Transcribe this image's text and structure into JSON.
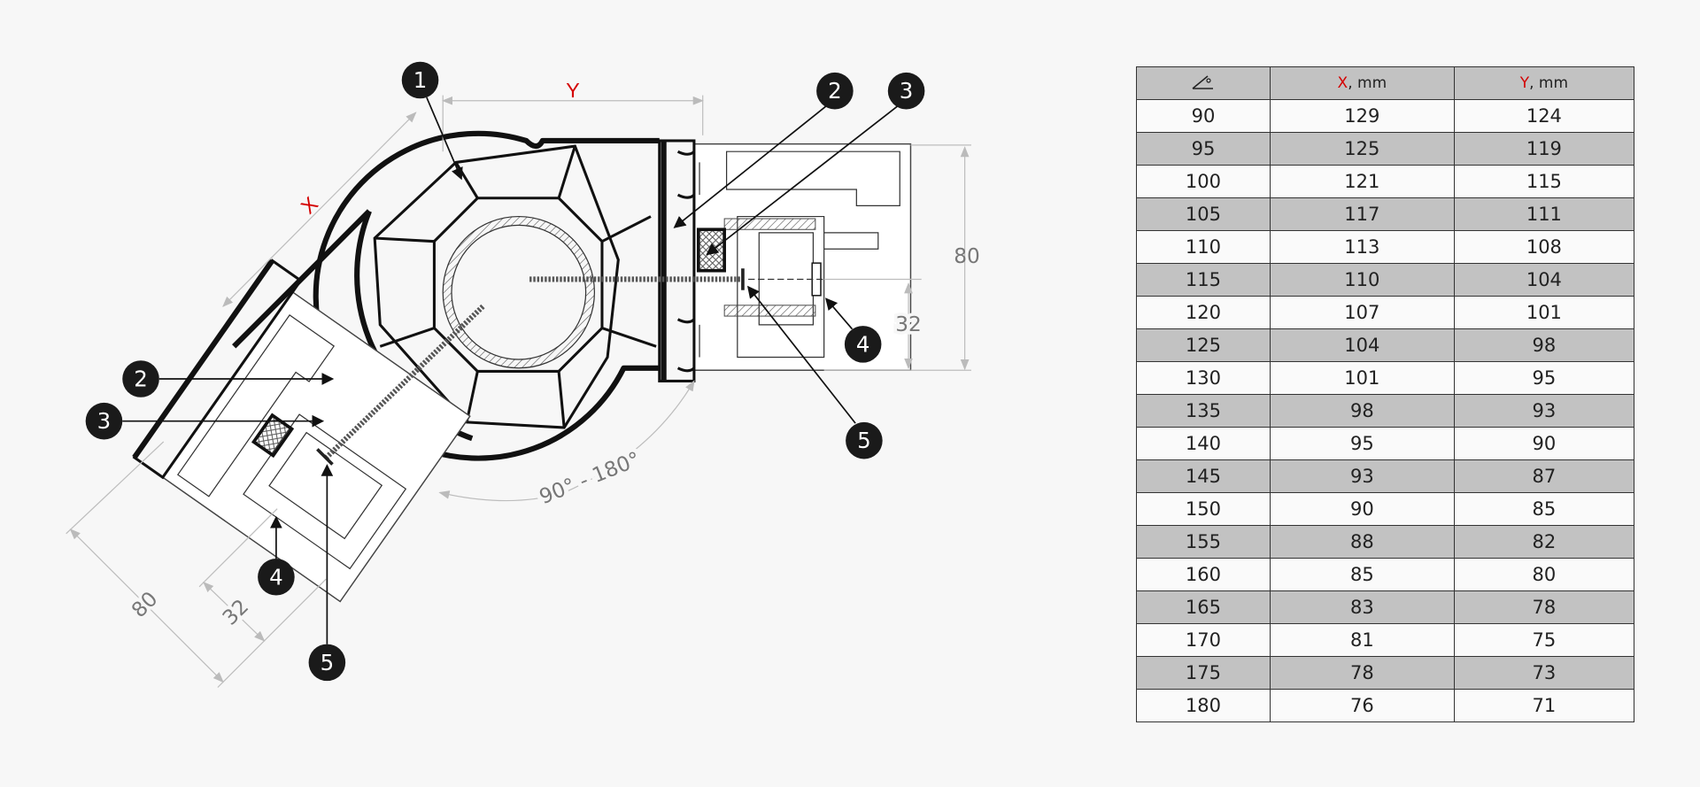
{
  "diagram": {
    "dimension_labels": {
      "x": "X",
      "y": "Y",
      "right_80": "80",
      "right_32": "32",
      "left_80": "80",
      "left_32": "32",
      "angle_range": "90° - 180°"
    },
    "callouts": [
      "1",
      "2",
      "3",
      "2",
      "3",
      "4",
      "5",
      "4",
      "5"
    ],
    "colors": {
      "accent": "#d40000",
      "callout": "#1a1a1a",
      "dimension": "#bdbdbd"
    }
  },
  "table": {
    "header": {
      "angle_icon": "angle-icon",
      "x_letter": "X",
      "x_unit": ", mm",
      "y_letter": "Y",
      "y_unit": ", mm"
    },
    "rows": [
      [
        "90",
        "129",
        "124"
      ],
      [
        "95",
        "125",
        "119"
      ],
      [
        "100",
        "121",
        "115"
      ],
      [
        "105",
        "117",
        "111"
      ],
      [
        "110",
        "113",
        "108"
      ],
      [
        "115",
        "110",
        "104"
      ],
      [
        "120",
        "107",
        "101"
      ],
      [
        "125",
        "104",
        "98"
      ],
      [
        "130",
        "101",
        "95"
      ],
      [
        "135",
        "98",
        "93"
      ],
      [
        "140",
        "95",
        "90"
      ],
      [
        "145",
        "93",
        "87"
      ],
      [
        "150",
        "90",
        "85"
      ],
      [
        "155",
        "88",
        "82"
      ],
      [
        "160",
        "85",
        "80"
      ],
      [
        "165",
        "83",
        "78"
      ],
      [
        "170",
        "81",
        "75"
      ],
      [
        "175",
        "78",
        "73"
      ],
      [
        "180",
        "76",
        "71"
      ]
    ]
  }
}
